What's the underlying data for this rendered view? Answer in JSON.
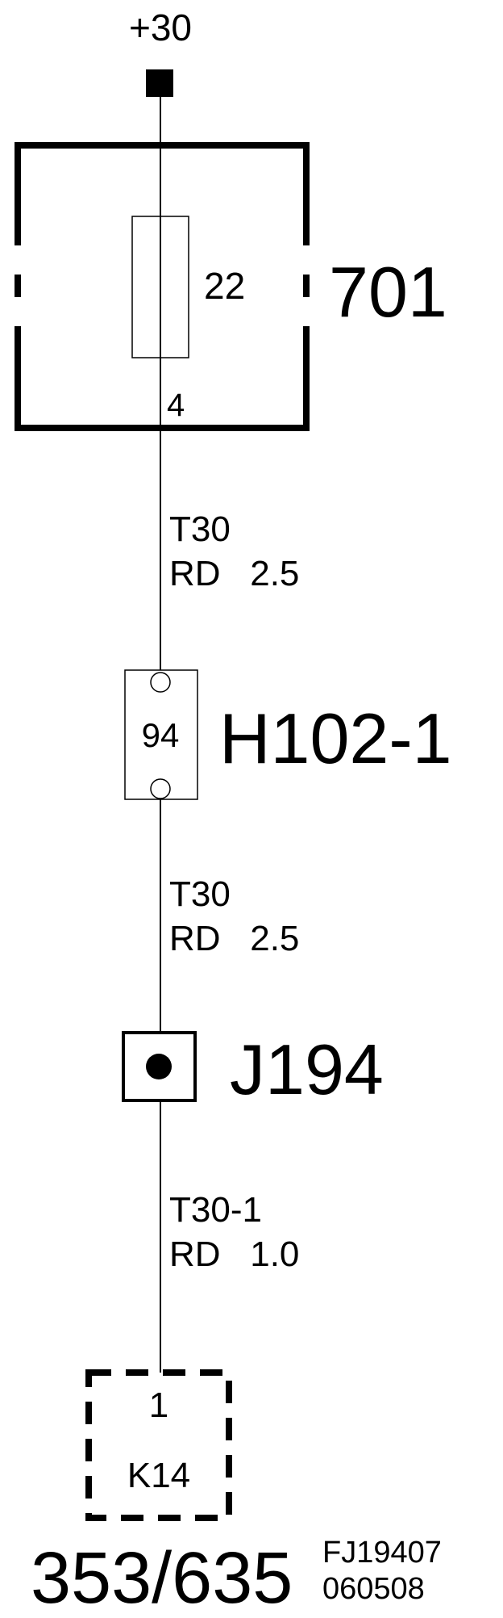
{
  "supply": {
    "label": "+30"
  },
  "fuse_box": {
    "id": "701",
    "fuse_number": "22",
    "pin": "4"
  },
  "wire_1": {
    "circuit": "T30",
    "color_gauge": "RD   2.5"
  },
  "connector_h102": {
    "id": "H102-1",
    "pin": "94"
  },
  "wire_2": {
    "circuit": "T30",
    "color_gauge": "RD   2.5"
  },
  "junction": {
    "id": "J194"
  },
  "wire_3": {
    "circuit": "T30-1",
    "color_gauge": "RD   1.0"
  },
  "destination": {
    "id": "K14",
    "pin": "1"
  },
  "footer": {
    "page_ref": "353/635",
    "doc_code": "FJ19407",
    "doc_date": "060508"
  },
  "colors": {
    "line": "#000000",
    "background": "#ffffff"
  }
}
